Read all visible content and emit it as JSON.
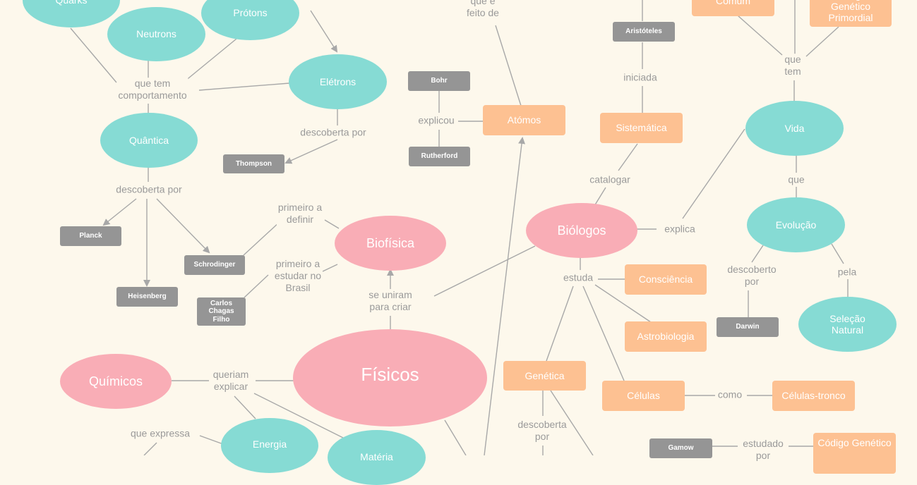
{
  "nodes": {
    "quarks": "Quarks",
    "neutrons": "Neutrons",
    "protons": "Prótons",
    "eletrons": "Elétrons",
    "quantica": "Quântica",
    "thompson": "Thompson",
    "planck": "Planck",
    "heisenberg": "Heisenberg",
    "schrodinger": "Schrodinger",
    "carlos_chagas": "Carlos Chagas Filho",
    "biofisica": "Biofísica",
    "bohr": "Bohr",
    "rutherford": "Rutherford",
    "atomos": "Atómos",
    "aristoteles": "Aristóteles",
    "sistematica": "Sistemática",
    "comum": "Comum",
    "codigo_primordial": "Código Genético Primordial",
    "vida": "Vida",
    "evolucao": "Evolução",
    "selecao_natural": "Seleção Natural",
    "darwin": "Darwin",
    "biologos": "Biólogos",
    "consciencia": "Consciência",
    "astrobiologia": "Astrobiologia",
    "genetica": "Genética",
    "celulas": "Células",
    "celulas_tronco": "Células-tronco",
    "gamow": "Gamow",
    "codigo_genetico": "Código Genético",
    "quimicos": "Químicos",
    "fisicos": "Físicos",
    "energia": "Energia",
    "materia": "Matéria"
  },
  "labels": {
    "que_tem_comportamento": "que tem\ncomportamento",
    "descoberta_por_eletrons": "descoberta por",
    "descoberta_por_quantica": "descoberta por",
    "primeiro_definir": "primeiro a\ndefinir",
    "primeiro_estudar": "primeiro a\nestudar no\nBrasil",
    "se_uniram": "se uniram\npara criar",
    "explicou": "explicou",
    "que_e_feito_de": "que é\nfeito de",
    "iniciada": "iniciada",
    "catalogar": "catalogar",
    "que_tem_vida": "que\ntem",
    "que_vida": "que",
    "explica": "explica",
    "descoberto_por": "descoberto\npor",
    "pela": "pela",
    "estuda": "estuda",
    "como": "como",
    "descoberta_por_genetica": "descoberta\npor",
    "estudado_por": "estudado\npor",
    "queriam_explicar": "queriam\nexplicar",
    "que_expressa": "que expressa"
  },
  "colors": {
    "background": "#fdf8ec",
    "teal": "#86dbd4",
    "pink": "#f9adb6",
    "orange": "#fdc192",
    "gray": "#959595",
    "line": "#a8a8a8",
    "label_text": "#9a9a9a"
  }
}
